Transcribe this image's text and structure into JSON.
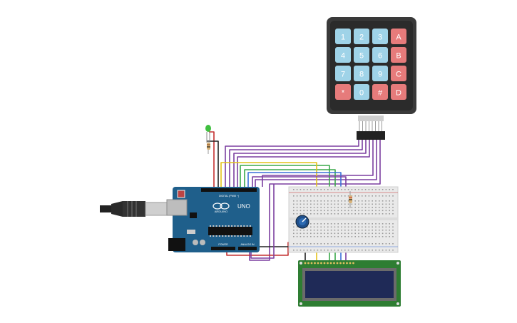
{
  "keypad": {
    "keys": [
      {
        "label": "1",
        "kind": "num"
      },
      {
        "label": "2",
        "kind": "num"
      },
      {
        "label": "3",
        "kind": "num"
      },
      {
        "label": "A",
        "kind": "letter"
      },
      {
        "label": "4",
        "kind": "num"
      },
      {
        "label": "5",
        "kind": "num"
      },
      {
        "label": "6",
        "kind": "num"
      },
      {
        "label": "B",
        "kind": "letter"
      },
      {
        "label": "7",
        "kind": "num"
      },
      {
        "label": "8",
        "kind": "num"
      },
      {
        "label": "9",
        "kind": "num"
      },
      {
        "label": "C",
        "kind": "letter"
      },
      {
        "label": "*",
        "kind": "letter"
      },
      {
        "label": "0",
        "kind": "num"
      },
      {
        "label": "#",
        "kind": "letter"
      },
      {
        "label": "D",
        "kind": "letter"
      }
    ]
  },
  "arduino": {
    "model": "UNO",
    "brand": "ARDUINO",
    "digital_label": "DIGITAL (PWM ~)",
    "power_label": "POWER",
    "analog_label": "ANALOG IN"
  },
  "colors": {
    "background": "#ffffff",
    "keypad_body": "#3a3a3a",
    "key_num": "#9fd3e8",
    "key_letter": "#e67b7b",
    "board": "#1f5f8b",
    "breadboard": "#e9e9e9",
    "lcd_pcb": "#2e7d32",
    "lcd_screen": "#1f2a57",
    "wire_purple": "#7b3fa0",
    "wire_green": "#3aa84a",
    "wire_yellow": "#e4c21a",
    "wire_blue": "#3a6fd8",
    "wire_red": "#c43030",
    "wire_black": "#222222"
  },
  "icons": [
    "usb-cable-icon",
    "led-icon",
    "resistor-icon",
    "potentiometer-icon"
  ]
}
